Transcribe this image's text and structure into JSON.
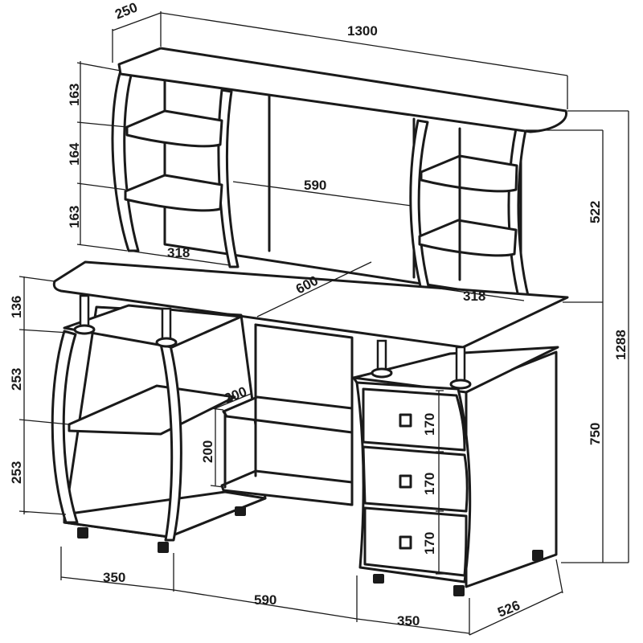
{
  "drawing": {
    "dimensions": {
      "hutch_depth": "250",
      "overall_width": "1300",
      "shelf_spacing_top": "163",
      "shelf_spacing_middle": "164",
      "shelf_spacing_bottom": "163",
      "hutch_center_opening": "590",
      "left_hutch_shelf_width": "318",
      "right_hutch_shelf_width": "318",
      "hutch_height": "522",
      "overall_height": "1288",
      "desktop_depth": "600",
      "leg_gap_height": "136",
      "left_cabinet_upper_height": "253",
      "left_cabinet_lower_height": "253",
      "middle_shelf_depth": "200",
      "middle_shelf_height": "200",
      "drawer_1_height": "170",
      "drawer_2_height": "170",
      "drawer_3_height": "170",
      "desk_height": "750",
      "left_cabinet_width": "350",
      "knee_space_width": "590",
      "right_cabinet_width": "350",
      "cabinet_depth": "526"
    }
  }
}
